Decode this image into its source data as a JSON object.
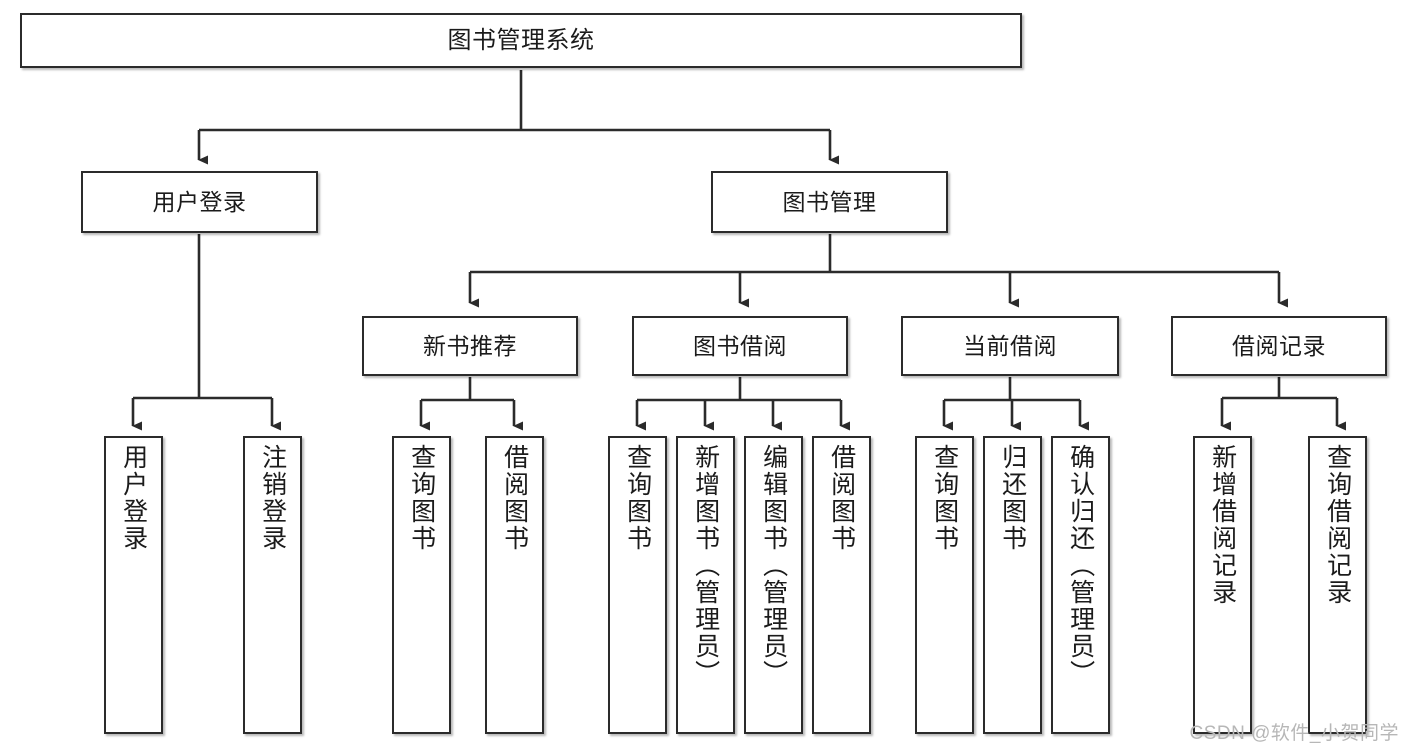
{
  "diagram": {
    "title": "图书管理系统",
    "type": "tree",
    "watermark": "CSDN @软件_小贺同学",
    "colors": {
      "box_border": "#2b2b2b",
      "box_fill": "#ffffff",
      "edge": "#2b2b2b",
      "text": "#1b1b1b",
      "watermark": "#b7b7b7",
      "background": "#ffffff"
    },
    "root": {
      "label": "图书管理系统"
    },
    "level2": [
      {
        "label": "用户登录"
      },
      {
        "label": "图书管理"
      }
    ],
    "level3": [
      {
        "label": "新书推荐"
      },
      {
        "label": "图书借阅"
      },
      {
        "label": "当前借阅"
      },
      {
        "label": "借阅记录"
      }
    ],
    "leaves": {
      "user_login": [
        {
          "label": "用户登录"
        },
        {
          "label": "注销登录"
        }
      ],
      "new_book": [
        {
          "label": "查询图书"
        },
        {
          "label": "借阅图书"
        }
      ],
      "book_borrow": [
        {
          "label": "查询图书"
        },
        {
          "label": "新增图书（管理员）"
        },
        {
          "label": "编辑图书（管理员）"
        },
        {
          "label": "借阅图书"
        }
      ],
      "current_borrow": [
        {
          "label": "查询图书"
        },
        {
          "label": "归还图书"
        },
        {
          "label": "确认归还（管理员）"
        }
      ],
      "borrow_record": [
        {
          "label": "新增借阅记录"
        },
        {
          "label": "查询借阅记录"
        }
      ]
    }
  }
}
